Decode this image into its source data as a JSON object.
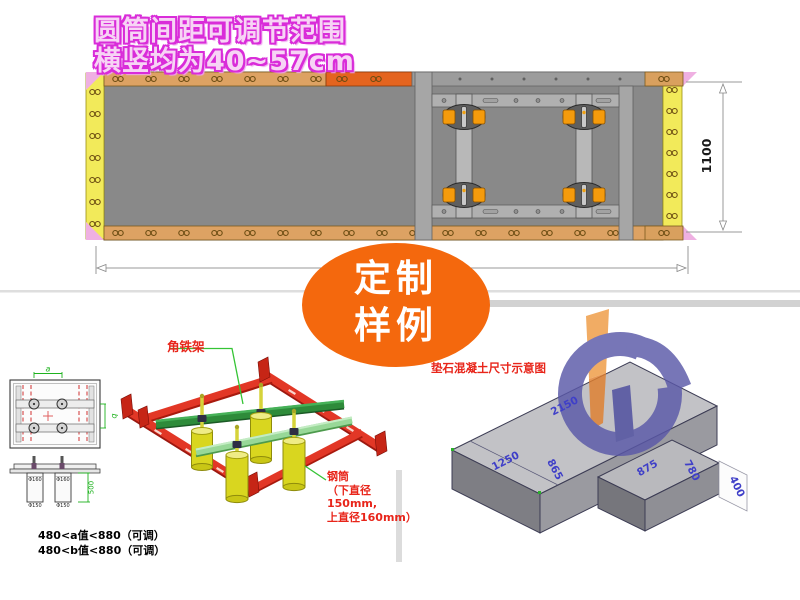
{
  "colors": {
    "heading_magenta": "#d92cd9",
    "badge_orange": "#f4680d",
    "label_red": "#e8251a",
    "dim_green": "#1fb31f",
    "dim_blue": "#3f3fc8",
    "frame_red": "#e23726",
    "cylinder_yellow": "#d9d61f",
    "edge_yellow": "#f2ea5a",
    "edge_tan": "#dda263",
    "edge_orange": "#e4641f",
    "plate_gray": "#898989",
    "logo_blue": "#5a58a8",
    "logo_orange": "#ef9a43"
  },
  "heading": {
    "line1": "圆筒间距可调节范围",
    "line2": "横竖均为40~57cm"
  },
  "top_drawing": {
    "height_dim": "1100"
  },
  "badge": {
    "line1": "定制",
    "line2": "样例"
  },
  "bottom_left": {
    "dim_a": "a",
    "dim_b": "b",
    "dim_depth": "500",
    "dia_top": "Φ160",
    "dia_bottom": "Φ150",
    "note1": "480<a值<880（可调）",
    "note2": "480<b值<880（可调）"
  },
  "bottom_middle": {
    "frame_label": "角铁架",
    "cylinder_label_line1": "钢筒",
    "cylinder_label_line2": "（下直径150mm,",
    "cylinder_label_line3": "上直径160mm）"
  },
  "bottom_right": {
    "title": "垫石混凝土尺寸示意图",
    "dim_top": "2150",
    "dim_left": "1250",
    "dim_mid": "865",
    "dim_stem_width": "875",
    "dim_stem_length": "780",
    "dim_height": "400"
  }
}
